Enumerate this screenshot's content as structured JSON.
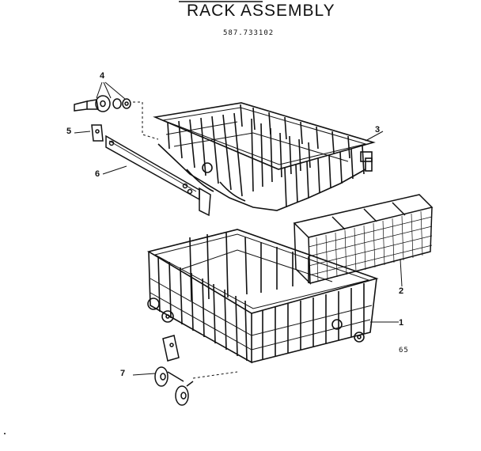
{
  "title": "RACK ASSEMBLY",
  "model_number": "587.733102",
  "callouts": {
    "p1": "1",
    "p2": "2",
    "p3": "3",
    "p4": "4",
    "p5": "5",
    "p6": "6",
    "p7": "7"
  },
  "figure_code": "65"
}
